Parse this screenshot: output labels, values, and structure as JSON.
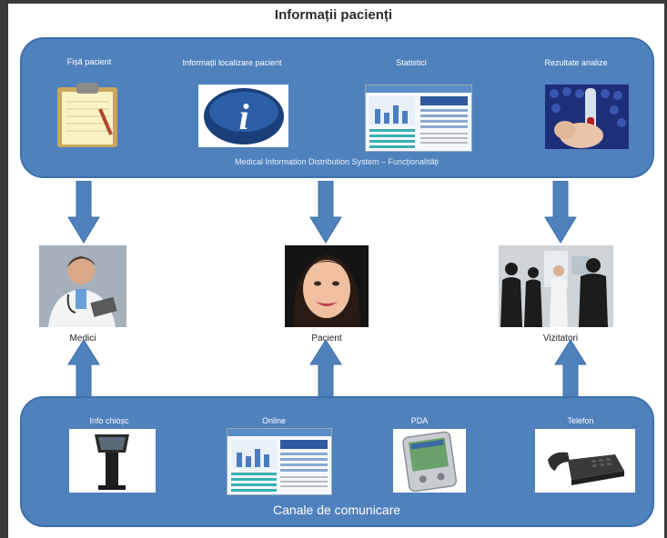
{
  "title": "Informații pacienți",
  "top_panel": {
    "items": [
      {
        "label": "Fișă pacient",
        "icon": "clipboard-icon"
      },
      {
        "label": "Informații localizare pacient",
        "icon": "info-icon"
      },
      {
        "label": "Statistici",
        "icon": "statistics-screenshot-icon"
      },
      {
        "label": "Rezultate analize",
        "icon": "lab-tubes-icon"
      }
    ],
    "caption": "Medical Information Distribution System – Funcționalități"
  },
  "people": [
    {
      "label": "Medici",
      "icon": "doctor-photo"
    },
    {
      "label": "Pacient",
      "icon": "patient-photo"
    },
    {
      "label": "Vizitatori",
      "icon": "visitors-photo"
    }
  ],
  "bottom_panel": {
    "items": [
      {
        "label": "Info chioșc",
        "icon": "kiosk-icon"
      },
      {
        "label": "Online",
        "icon": "online-screenshot-icon"
      },
      {
        "label": "PDA",
        "icon": "pda-icon"
      },
      {
        "label": "Telefon",
        "icon": "telephone-icon"
      }
    ],
    "caption": "Canale de comunicare"
  },
  "colors": {
    "panel": "#4f81bd",
    "arrow": "#4f81bd",
    "background": "#ffffff"
  }
}
